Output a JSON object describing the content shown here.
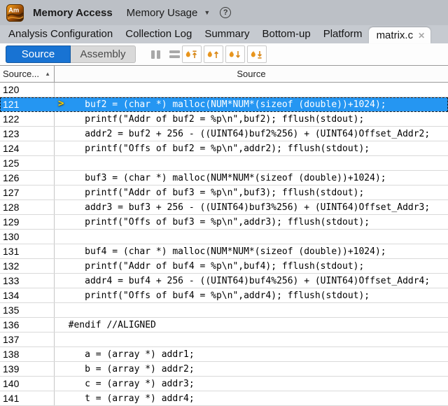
{
  "header": {
    "logo_text": "Am",
    "title": "Memory Access",
    "viewpoint": "Memory Usage",
    "dropdown_icon": "▼",
    "help_icon": "?"
  },
  "tabs": [
    {
      "label": "Analysis Configuration",
      "active": false
    },
    {
      "label": "Collection Log",
      "active": false
    },
    {
      "label": "Summary",
      "active": false
    },
    {
      "label": "Bottom-up",
      "active": false
    },
    {
      "label": "Platform",
      "active": false
    },
    {
      "label": "matrix.c",
      "active": true,
      "close_icon": "✕"
    }
  ],
  "toolbar": {
    "source_label": "Source",
    "assembly_label": "Assembly",
    "icon_names": [
      "pause-icon",
      "assembly-grouping-icon",
      "go-to-biggest-hotspot-icon",
      "go-to-prev-hotspot-icon",
      "go-to-next-hotspot-icon",
      "go-to-smallest-hotspot-icon"
    ]
  },
  "grid": {
    "line_col_header": "Source...",
    "sort_icon": "▲",
    "source_col_header": "Source",
    "marker_glyph": ">",
    "rows": [
      {
        "line": "120",
        "code": "",
        "selected": false
      },
      {
        "line": "121",
        "code": "     buf2 = (char *) malloc(NUM*NUM*(sizeof (double))+1024);",
        "selected": true
      },
      {
        "line": "122",
        "code": "     printf(\"Addr of buf2 = %p\\n\",buf2); fflush(stdout);",
        "selected": false
      },
      {
        "line": "123",
        "code": "     addr2 = buf2 + 256 - ((UINT64)buf2%256) + (UINT64)Offset_Addr2;",
        "selected": false
      },
      {
        "line": "124",
        "code": "     printf(\"Offs of buf2 = %p\\n\",addr2); fflush(stdout);",
        "selected": false
      },
      {
        "line": "125",
        "code": "",
        "selected": false
      },
      {
        "line": "126",
        "code": "     buf3 = (char *) malloc(NUM*NUM*(sizeof (double))+1024);",
        "selected": false
      },
      {
        "line": "127",
        "code": "     printf(\"Addr of buf3 = %p\\n\",buf3); fflush(stdout);",
        "selected": false
      },
      {
        "line": "128",
        "code": "     addr3 = buf3 + 256 - ((UINT64)buf3%256) + (UINT64)Offset_Addr3;",
        "selected": false
      },
      {
        "line": "129",
        "code": "     printf(\"Offs of buf3 = %p\\n\",addr3); fflush(stdout);",
        "selected": false
      },
      {
        "line": "130",
        "code": "",
        "selected": false
      },
      {
        "line": "131",
        "code": "     buf4 = (char *) malloc(NUM*NUM*(sizeof (double))+1024);",
        "selected": false
      },
      {
        "line": "132",
        "code": "     printf(\"Addr of buf4 = %p\\n\",buf4); fflush(stdout);",
        "selected": false
      },
      {
        "line": "133",
        "code": "     addr4 = buf4 + 256 - ((UINT64)buf4%256) + (UINT64)Offset_Addr4;",
        "selected": false
      },
      {
        "line": "134",
        "code": "     printf(\"Offs of buf4 = %p\\n\",addr4); fflush(stdout);",
        "selected": false
      },
      {
        "line": "135",
        "code": "",
        "selected": false
      },
      {
        "line": "136",
        "code": "  #endif //ALIGNED",
        "selected": false
      },
      {
        "line": "137",
        "code": "",
        "selected": false
      },
      {
        "line": "138",
        "code": "     a = (array *) addr1;",
        "selected": false
      },
      {
        "line": "139",
        "code": "     b = (array *) addr2;",
        "selected": false
      },
      {
        "line": "140",
        "code": "     c = (array *) addr3;",
        "selected": false
      },
      {
        "line": "141",
        "code": "     t = (array *) addr4;",
        "selected": false
      }
    ]
  },
  "colors": {
    "selection_blue": "#2596f2",
    "source_button_blue": "#1873d3",
    "flame_orange": "#e8951d",
    "marker_yellow": "#ffd400",
    "topbar_gray": "#bcc0c6",
    "tabbar_gray": "#c6cad0"
  }
}
